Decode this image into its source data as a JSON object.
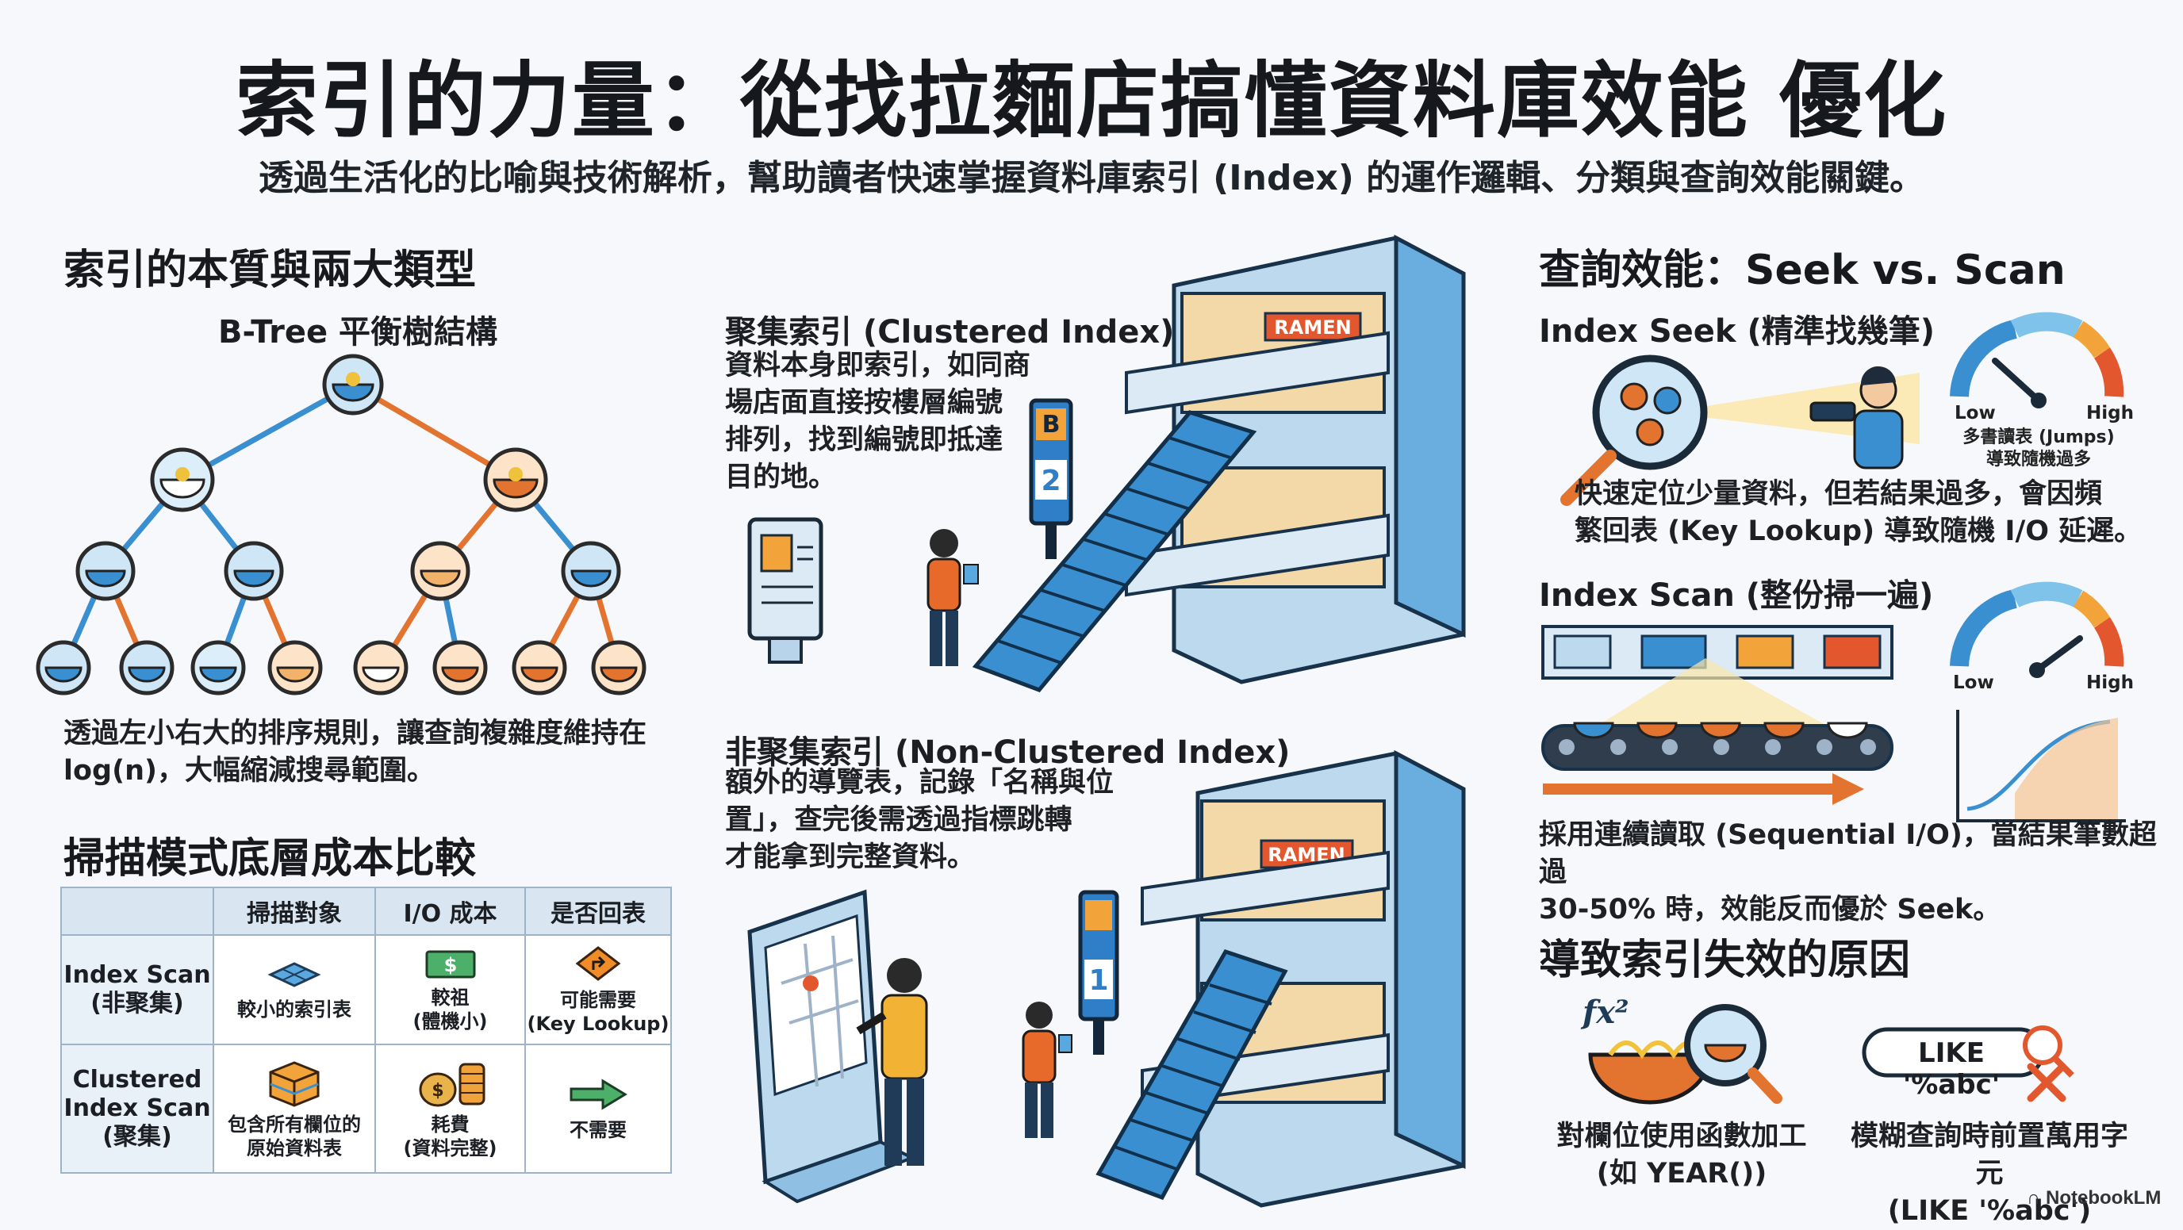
{
  "header": {
    "title": "索引的力量：從找拉麵店搞懂資料庫效能 優化",
    "subtitle": "透過生活化的比喻與技術解析，幫助讀者快速掌握資料庫索引 (Index) 的運作邏輯、分類與查詢效能關鍵。"
  },
  "essence": {
    "heading": "索引的本質與兩大類型",
    "btree_label": "B-Tree 平衡樹結構",
    "btree_desc_1": "透過左小右大的排序規則，讓查詢複雜度維持在",
    "btree_desc_2": "log(n)，大幅縮減搜尋範圍。"
  },
  "clustered": {
    "title": "聚集索引 (Clustered Index)",
    "desc_1": "資料本身即索引，如同商",
    "desc_2": "場店面直接按樓層編號",
    "desc_3": "排列，找到編號即抵達",
    "desc_4": "目的地。",
    "sign_top": "B",
    "sign_bottom": "2",
    "shop_label": "RAMEN"
  },
  "nonclustered": {
    "title": "非聚集索引 (Non-Clustered Index)",
    "desc_1": "額外的導覽表，記錄「名稱與位",
    "desc_2": "置」，查完後需透過指標跳轉",
    "desc_3": "才能拿到完整資料。",
    "sign_bottom": "1",
    "shop_label": "RAMEN"
  },
  "scan_cost": {
    "heading": "掃描模式底層成本比較",
    "columns": [
      "掃描對象",
      "I/O 成本",
      "是否回表"
    ],
    "rows": [
      {
        "name_1": "Index Scan",
        "name_2": "(非聚集)",
        "target": "較小的索引表",
        "io_1": "較祖",
        "io_2": "(體機小)",
        "lookup_1": "可能需要",
        "lookup_2": "(Key Lookup)"
      },
      {
        "name_1": "Clustered",
        "name_2": "Index Scan",
        "name_3": "(聚集)",
        "target_1": "包含所有欄位的",
        "target_2": "原始資料表",
        "io_1": "耗費",
        "io_2": "(資料完整)",
        "lookup_1": "不需要"
      }
    ]
  },
  "performance": {
    "heading": "查詢效能：Seek vs. Scan",
    "seek_title": "Index Seek (精準找幾筆)",
    "gauge1_low": "Low",
    "gauge1_high": "High",
    "gauge1_note_1": "多書讀表 (Jumps)",
    "gauge1_note_2": "導致隨機過多",
    "seek_desc_1": "快速定位少量資料，但若結果過多，會因頻",
    "seek_desc_2": "繁回表 (Key Lookup) 導致隨機 I/O 延遲。",
    "scan_title": "Index Scan (整份掃一遍)",
    "gauge2_low": "Low",
    "gauge2_high": "High",
    "scan_desc_1": "採用連續讀取 (Sequential I/O)，當結果筆數超過",
    "scan_desc_2": "30-50% 時，效能反而優於 Seek。"
  },
  "failure": {
    "heading": "導致索引失效的原因",
    "fx_label": "fx²",
    "cause1_1": "對欄位使用函數加工",
    "cause1_2": "(如 YEAR())",
    "like_box": "LIKE '%abc'",
    "cause2_1": "模糊查詢時前置萬用字元",
    "cause2_2": "(LIKE '%abc')"
  },
  "footer": {
    "brand": "NotebookLM"
  },
  "colors": {
    "blue": "#2f7fc8",
    "orange": "#e3742f",
    "dark": "#15181c",
    "teal": "#4aa6d6"
  }
}
